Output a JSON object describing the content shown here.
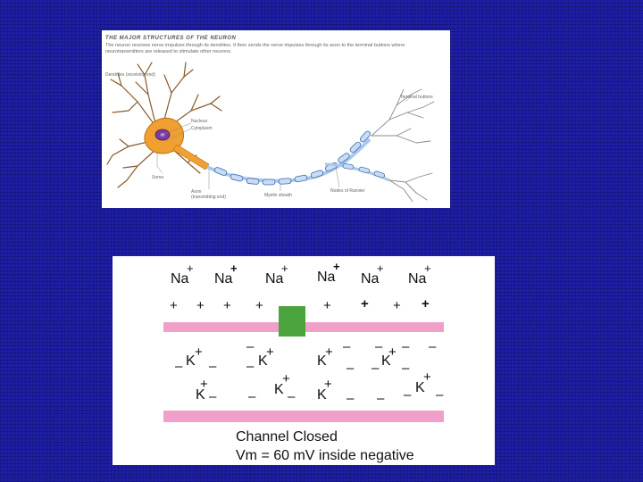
{
  "slide": {
    "background_color": "#1f1fa6"
  },
  "neuron_figure": {
    "title": "The Major Structures of the Neuron",
    "description": "The neuron receives nerve impulses through its dendrites. It then sends the nerve impulses through its axon to the terminal buttons where neurotransmitters are released to stimulate other neurons.",
    "labels": {
      "dendrites": "Dendrites (receiving end)",
      "nucleus": "Nucleus",
      "cytoplasm": "Cytoplasm",
      "soma": "Soma",
      "axon": "Axon (transmitting end)",
      "myelin": "Myelin sheath",
      "nodes": "Nodes of Ranvier",
      "terminal": "Terminal buttons"
    },
    "colors": {
      "soma": "#f0a030",
      "nucleus": "#7a3aa0",
      "axon": "#a8c8ee",
      "myelin_stroke": "#3a6aa8",
      "branches": "#8a5a2a"
    }
  },
  "channel_diagram": {
    "outside_ions": [
      "Na",
      "Na",
      "Na",
      "Na",
      "Na",
      "Na"
    ],
    "inside_ions": [
      "K",
      "K",
      "K",
      "K",
      "K",
      "K",
      "K",
      "K"
    ],
    "plus": "+",
    "minus": "–",
    "caption_line1": "Channel Closed",
    "caption_line2": "Vm = 60 mV inside negative",
    "colors": {
      "membrane": "#f0a0c8",
      "gate": "#4aa33c"
    }
  }
}
